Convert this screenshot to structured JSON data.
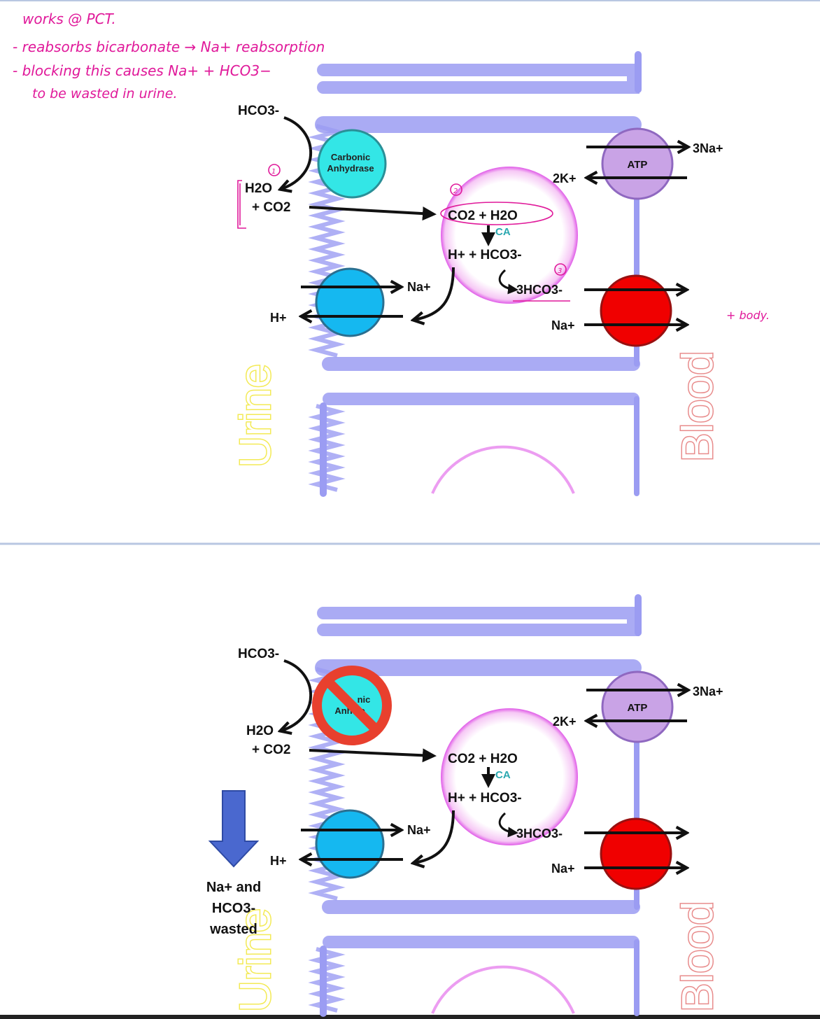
{
  "colors": {
    "membrane": "#9b9cf2",
    "carbonic_anhydrase": "#33e6e6",
    "transporter_blue": "#15b8f0",
    "pump_purple": "#c9a3e6",
    "transporter_red": "#f00000",
    "nucleus_pink": "#e05ce8",
    "annotation_pink": "#e0199a",
    "no_symbol_red": "#e8402e",
    "down_arrow_blue": "#4a68cf"
  },
  "annotations": {
    "line1": "works @ PCT.",
    "line2": "- reabsorbs bicarbonate → Na+ reabsorption",
    "line3": "- blocking this causes Na+ + HCO3−",
    "line4": "to be wasted in urine.",
    "side_note": "+ body.",
    "step1": "1",
    "step2": "2",
    "step3": "3"
  },
  "panel_top": {
    "hco3_in": "HCO3-",
    "enzyme_line1": "Carbonic",
    "enzyme_line2": "Anhydrase",
    "h2o": "H2O",
    "co2": "+ CO2",
    "cell_reaction": "CO2 + H2O",
    "ca": "CA",
    "products": "H+ + HCO3-",
    "na_in": "Na+",
    "h_out": "H+",
    "hco3_out": "3HCO3-",
    "na_out": "Na+",
    "k_in": "2K+",
    "na3_out": "3Na+",
    "atp": "ATP",
    "urine": "Urine",
    "blood": "Blood"
  },
  "panel_bottom": {
    "hco3_in": "HCO3-",
    "enzyme_partial1": "nic",
    "enzyme_partial2": "Anh se",
    "h2o": "H2O",
    "co2": "+ CO2",
    "cell_reaction": "CO2 + H2O",
    "ca": "CA",
    "products": "H+ + HCO3-",
    "na_in": "Na+",
    "h_out": "H+",
    "hco3_out": "3HCO3-",
    "na_out": "Na+",
    "k_in": "2K+",
    "na3_out": "3Na+",
    "atp": "ATP",
    "urine": "Urine",
    "blood": "Blood",
    "wasted_line1": "Na+ and",
    "wasted_line2": "HCO3-",
    "wasted_line3": "wasted"
  }
}
